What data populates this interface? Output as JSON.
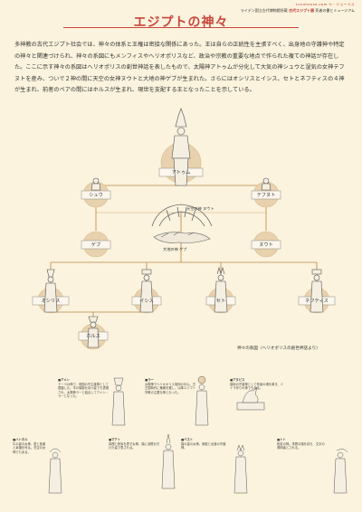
{
  "header": {
    "site_mark": "Lunahouse.com ヤ・ドゥーペス",
    "publisher_prefix": "ライデン国立古代博物館所蔵",
    "publisher_name": "古代エジプト展",
    "publisher_suffix": "死者の書とミュージアム"
  },
  "title": "エジプトの神々",
  "intro": "多神教の古代エジプト社会では、神々の体系と王権は密接な関係にあった。王は自らの正統性を主張すべく、出身地の守護神や特定の神々と関連づけられ、神々の系図にもメンフィスやヘリオポリスなど、政治や宗教の重要な地点で作られた複ての神話が存在した。ここに示す神々の系図はヘリオポリスの創世神話を表したもので、太陽神アトゥムが分化して大気の神シュウと湿気の女神テフヌトを産み、ついで２神の間に天空の女神ヌウトと大地の神ゲブが生まれた。さらにはオシリスとイシス、セトとネフティスの４神が生まれ、前者のペアの間にはホルスが生まれ、現世を支配する王となったことを示している。",
  "tree": {
    "atum": "アトゥム",
    "shu": "シュウ",
    "tefnut": "テフヌト",
    "geb": "ゲブ",
    "nut": "ヌウト",
    "osiris": "オシリス",
    "isis": "イシス",
    "seth": "セト",
    "nephthys": "ネフティス",
    "horus": "ホルス",
    "sky_caption": "天空の神 ヌウト",
    "earth_caption": "大地の神 ゲブ",
    "diagram_caption": "神々の系図（ヘリオポリスの創世神話より）"
  },
  "glossary": [
    {
      "term": "■アメン",
      "text": "テーベの神で、帝国の守主護神として君臨した。羊の頭部を持つ姿でも表現され、太陽神ラーと結合してアメン・ラーとなった。"
    },
    {
      "term": "■ラー",
      "text": "太陽神でヘリオポリス信仰の中心。古王国時代に権威を獲し、以降エジプト宗教の主要な神となった。"
    },
    {
      "term": "■アヌビス",
      "text": "墓地の守護神として死者の魂を導き、ミイラ作りの神でもある。"
    },
    {
      "term": "■ハトホル",
      "text": "牛の姿の女神、愛と音楽と幸福を司る。天空の女神でもある。"
    },
    {
      "term": "■マアト",
      "text": "真理と秩序を表す女神。頭に羽根を付けた姿で表される。"
    },
    {
      "term": "■ベスト",
      "text": "猫の姿の女神。家庭と出産の守護神。"
    },
    {
      "term": "■トト",
      "text": "知恵の神。朱鷺の頭を持ち、文字の発明者とされる。"
    }
  ],
  "colors": {
    "accent": "#c9463d",
    "background": "#fbf3dd",
    "node_circle": "#e8d2ad",
    "line": "#c9a06a"
  }
}
